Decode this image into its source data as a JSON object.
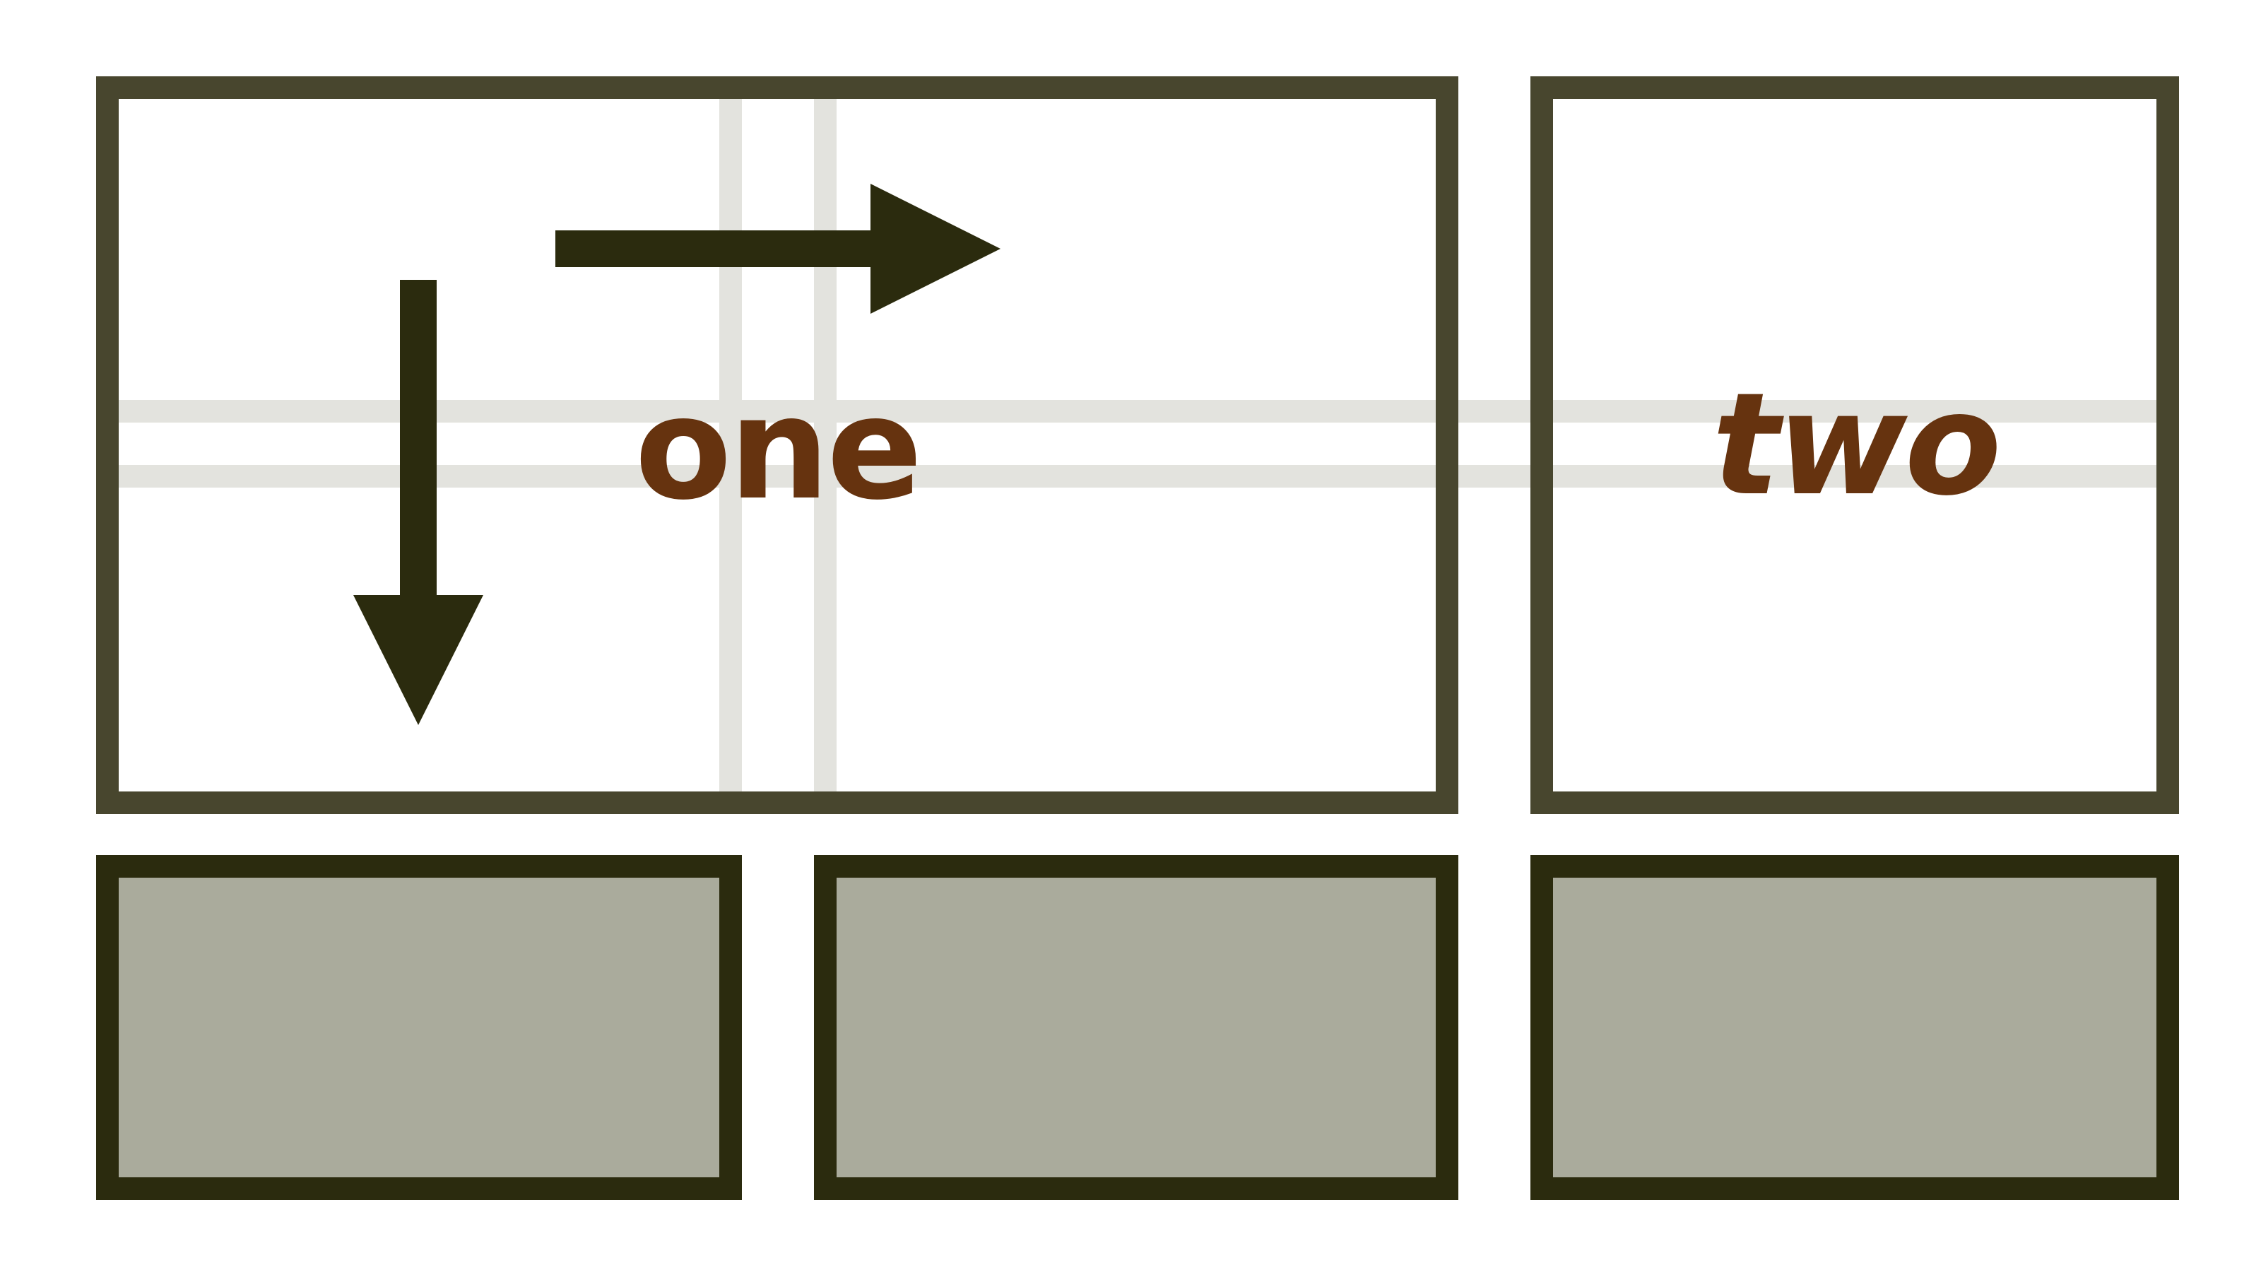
{
  "colors": {
    "frame": "#48462e",
    "frame_dark": "#2b2b0e",
    "grid_lines": "#e3e3de",
    "label_text": "#66330f",
    "arrow": "#2b2b0e",
    "filled_area": "#aaab9c",
    "background": "#ffffff"
  },
  "areas": {
    "one": {
      "label": "one"
    },
    "two": {
      "label": "two"
    }
  },
  "bottom_items": {
    "count": 3
  },
  "arrows": [
    {
      "name": "arrow-right-icon",
      "direction": "right"
    },
    {
      "name": "arrow-down-icon",
      "direction": "down"
    }
  ]
}
